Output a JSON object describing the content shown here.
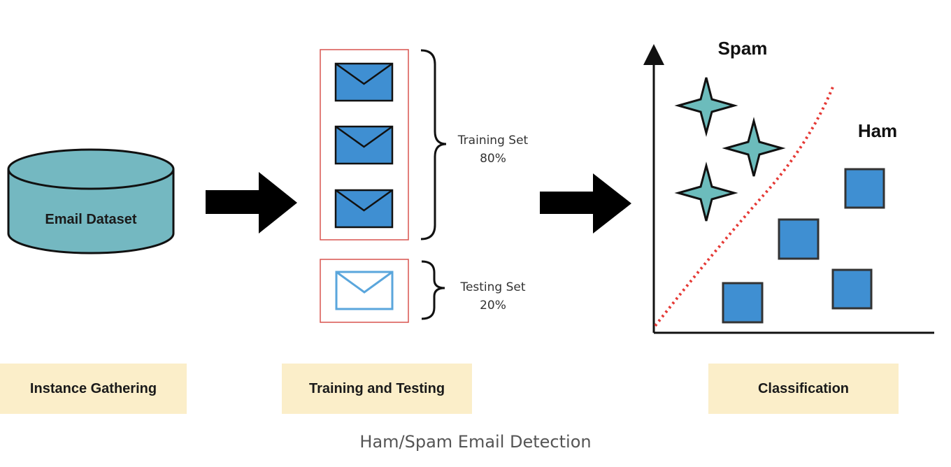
{
  "dataset": {
    "label": "Email Dataset"
  },
  "split": {
    "training_line1": "Training Set",
    "training_line2": "80%",
    "testing_line1": "Testing Set",
    "testing_line2": "20%"
  },
  "classification": {
    "spam_label": "Spam",
    "ham_label": "Ham"
  },
  "stages": {
    "instance_gathering": "Instance Gathering",
    "training_testing": "Training and Testing",
    "classification": "Classification"
  },
  "caption": "Ham/Spam Email Detection",
  "colors": {
    "cylinder_fill": "#74b8c1",
    "envelope_fill": "#3f8fd2",
    "envelope_outline_test": "#5aa6dc",
    "box_border": "#d9534f",
    "star_fill": "#6cbcbc",
    "divider": "#e53935",
    "stage_bg": "#fbeec9"
  }
}
